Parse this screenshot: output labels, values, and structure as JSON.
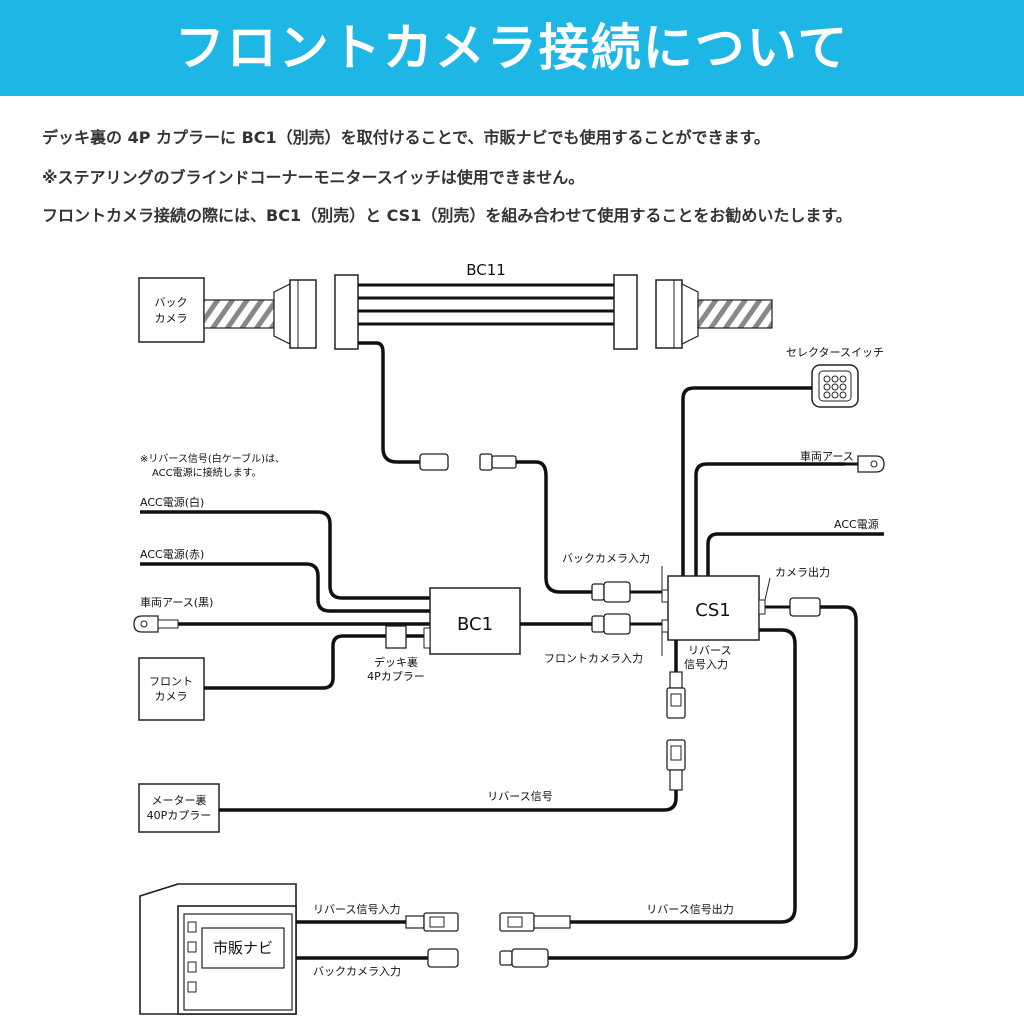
{
  "header": {
    "title": "フロントカメラ接続について"
  },
  "notes": [
    "デッキ裏の 4P カプラーに BC1（別売）を取付けることで、市販ナビでも使用することができます。",
    "※ステアリングのブラインドコーナーモニタースイッチは使用できません。",
    "フロントカメラ接続の際には、BC1（別売）と CS1（別売）を組み合わせて使用することをお勧めいたします。"
  ],
  "diagram": {
    "bc11_label": "BC11",
    "back_camera": [
      "バック",
      "カメラ"
    ],
    "front_camera": [
      "フロント",
      "カメラ"
    ],
    "selector_switch": "セレクタースイッチ",
    "vehicle_ground_right": "車両アース",
    "acc_power_right": "ACC電源",
    "camera_output": "カメラ出力",
    "back_camera_input": "バックカメラ入力",
    "front_camera_input": "フロントカメラ入力",
    "reverse_signal_input_cs1": [
      "リバース",
      "信号入力"
    ],
    "reverse_note": [
      "※リバース信号(白ケーブル)は、",
      "ACC電源に接続します。"
    ],
    "acc_white": "ACC電源(白)",
    "acc_red": "ACC電源(赤)",
    "ground_black": "車両アース(黒)",
    "bc1_label": "BC1",
    "cs1_label": "CS1",
    "deck_4p": [
      "デッキ裏",
      "4Pカプラー"
    ],
    "meter_40p": [
      "メーター裏",
      "40Pカプラー"
    ],
    "reverse_signal": "リバース信号",
    "navi_label": "市販ナビ",
    "navi_reverse_input": "リバース信号入力",
    "navi_back_camera_input": "バックカメラ入力",
    "reverse_signal_output": "リバース信号出力"
  }
}
